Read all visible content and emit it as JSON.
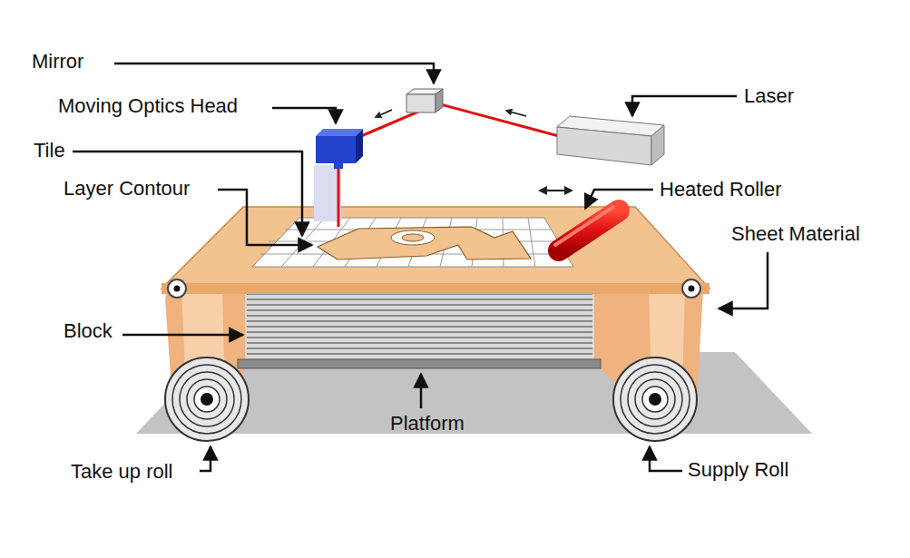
{
  "diagram": {
    "labels": [
      "Mirror",
      "Moving Optics Head",
      "Tile",
      "Layer Contour",
      "Laser",
      "Heated Roller",
      "Sheet Material",
      "Block",
      "Platform",
      "Take up roll",
      "Supply Roll"
    ]
  }
}
